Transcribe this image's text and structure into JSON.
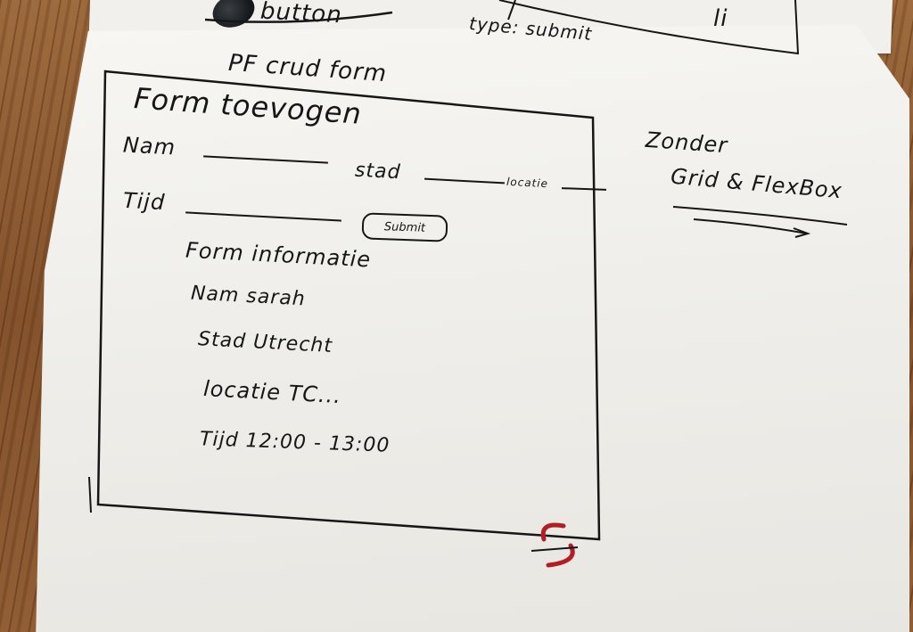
{
  "top_notes": {
    "button_note": "button",
    "type_note": "type: submit",
    "corner_mark": "li"
  },
  "form_caption": "PF crud form",
  "form": {
    "heading": "Form toevogen",
    "fields": {
      "name_label": "Nam",
      "city_label": "stad",
      "location_label": "locatie",
      "time_label": "Tijd"
    },
    "submit_label": "Submit"
  },
  "info": {
    "heading": "Form informatie",
    "name_line": "Nam sarah",
    "city_line": "Stad Utrecht",
    "location_line": "locatie TC...",
    "time_line": "Tijd 12:00 - 13:00"
  },
  "side_note": {
    "line1": "Zonder",
    "line2": "Grid & FlexBox"
  },
  "colors": {
    "ink": "#161616",
    "red_mark": "#b21e24",
    "paper": "#f4f3f0"
  }
}
